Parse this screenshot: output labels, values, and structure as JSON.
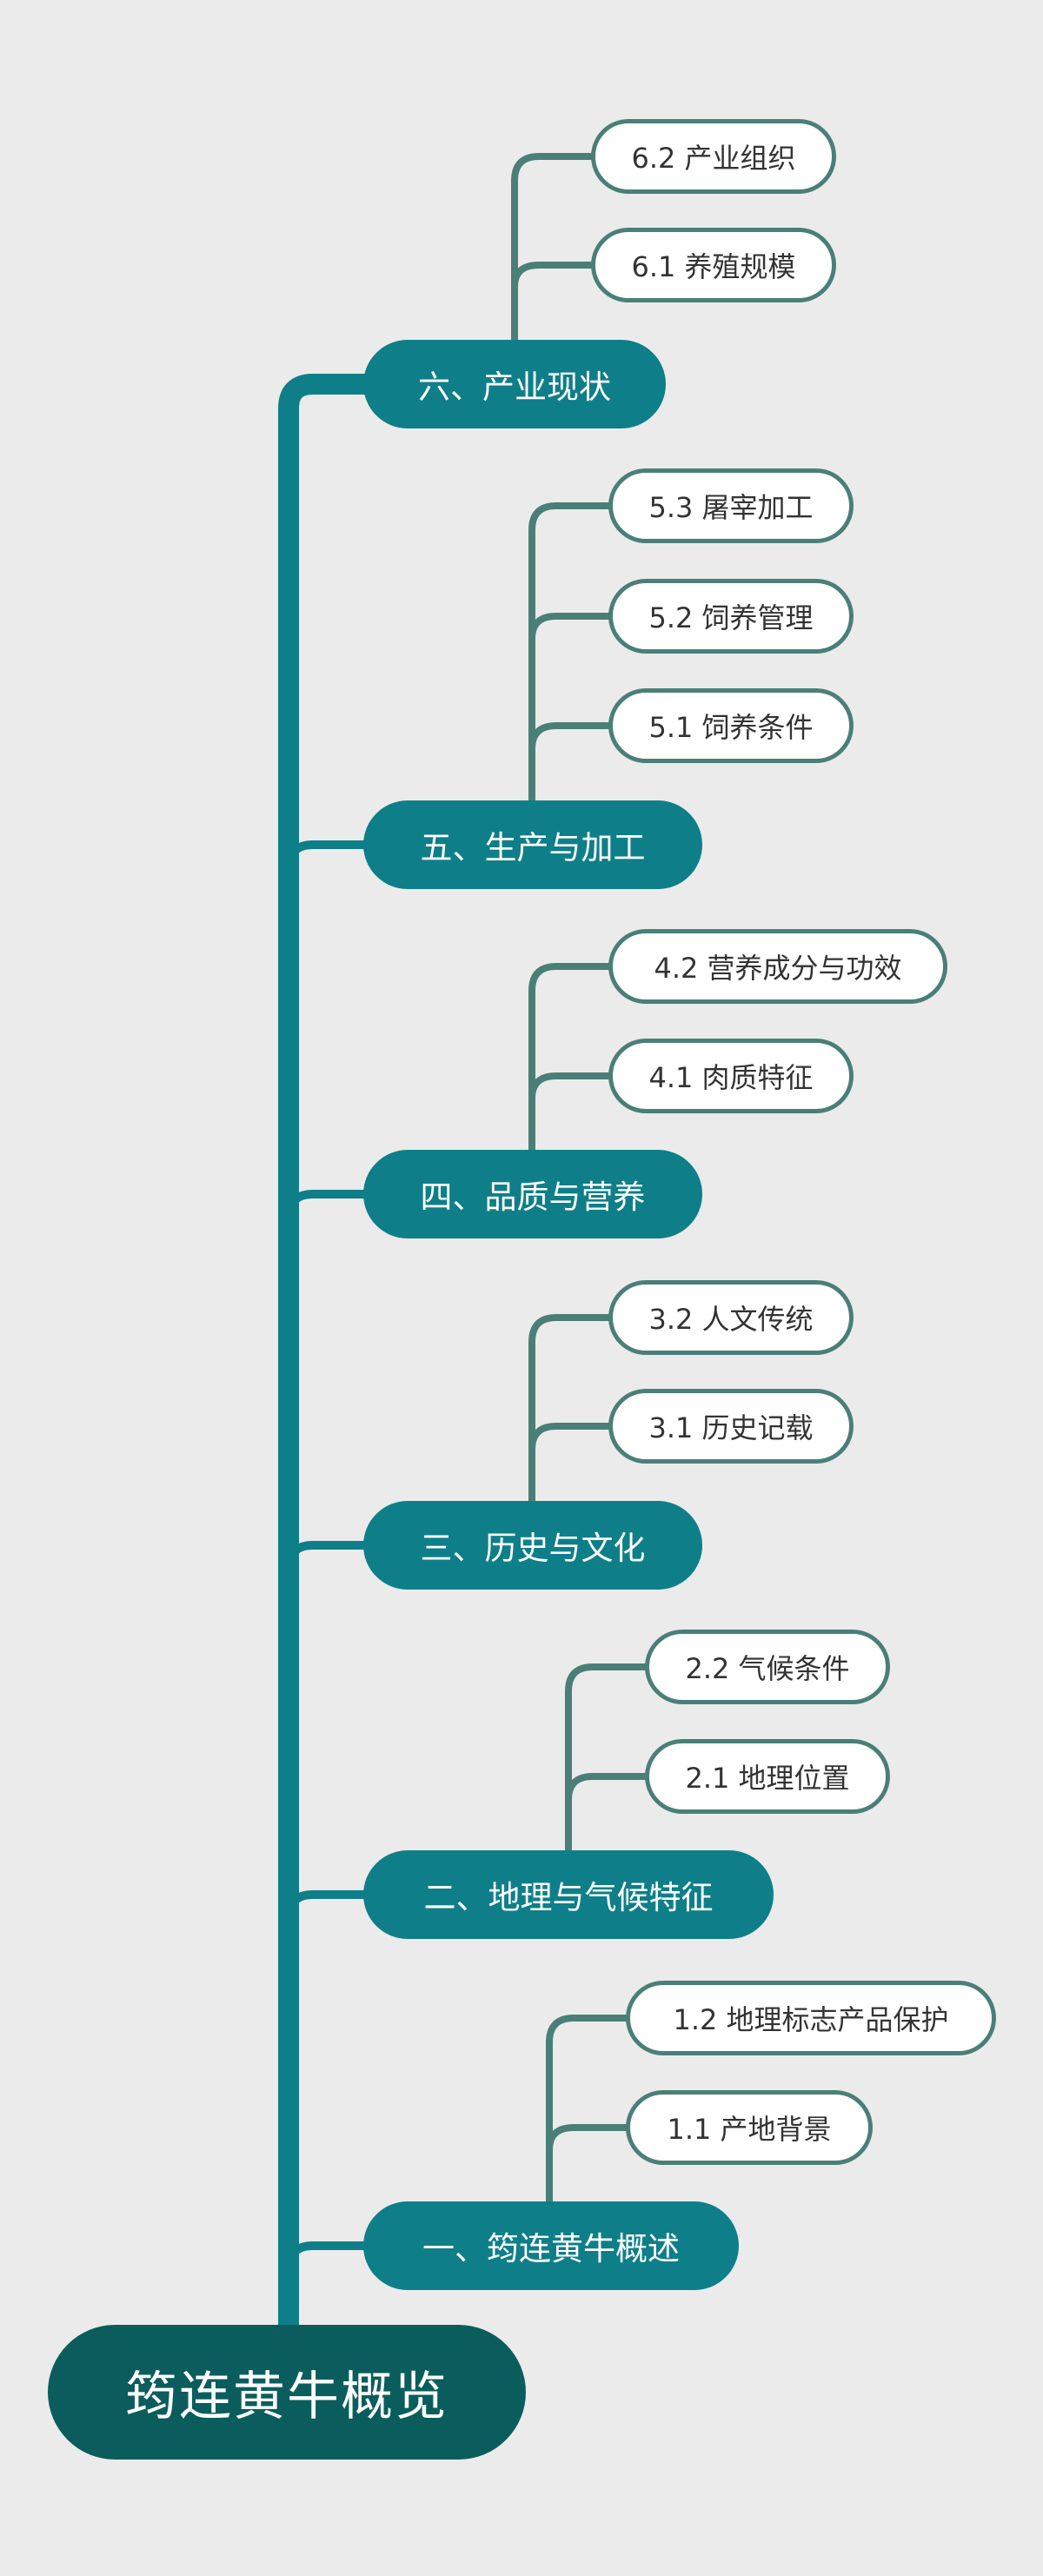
{
  "root": {
    "label": "筠连黄牛概览"
  },
  "colors": {
    "background": "#ebebeb",
    "root_fill": "#0b5d5d",
    "branch_fill": "#0e7f88",
    "trunk": "#0e7f88",
    "leaf_border": "#4a7f78",
    "leaf_fill": "#ffffff",
    "leaf_text": "#333333"
  },
  "branches": [
    {
      "label": "六、产业现状",
      "children": [
        {
          "label": "6.2 产业组织"
        },
        {
          "label": "6.1 养殖规模"
        }
      ]
    },
    {
      "label": "五、生产与加工",
      "children": [
        {
          "label": "5.3 屠宰加工"
        },
        {
          "label": "5.2 饲养管理"
        },
        {
          "label": "5.1 饲养条件"
        }
      ]
    },
    {
      "label": "四、品质与营养",
      "children": [
        {
          "label": "4.2 营养成分与功效"
        },
        {
          "label": "4.1 肉质特征"
        }
      ]
    },
    {
      "label": "三、历史与文化",
      "children": [
        {
          "label": "3.2 人文传统"
        },
        {
          "label": "3.1 历史记载"
        }
      ]
    },
    {
      "label": "二、地理与气候特征",
      "children": [
        {
          "label": "2.2 气候条件"
        },
        {
          "label": "2.1 地理位置"
        }
      ]
    },
    {
      "label": "一、筠连黄牛概述",
      "children": [
        {
          "label": "1.2 地理标志产品保护"
        },
        {
          "label": "1.1 产地背景"
        }
      ]
    }
  ]
}
